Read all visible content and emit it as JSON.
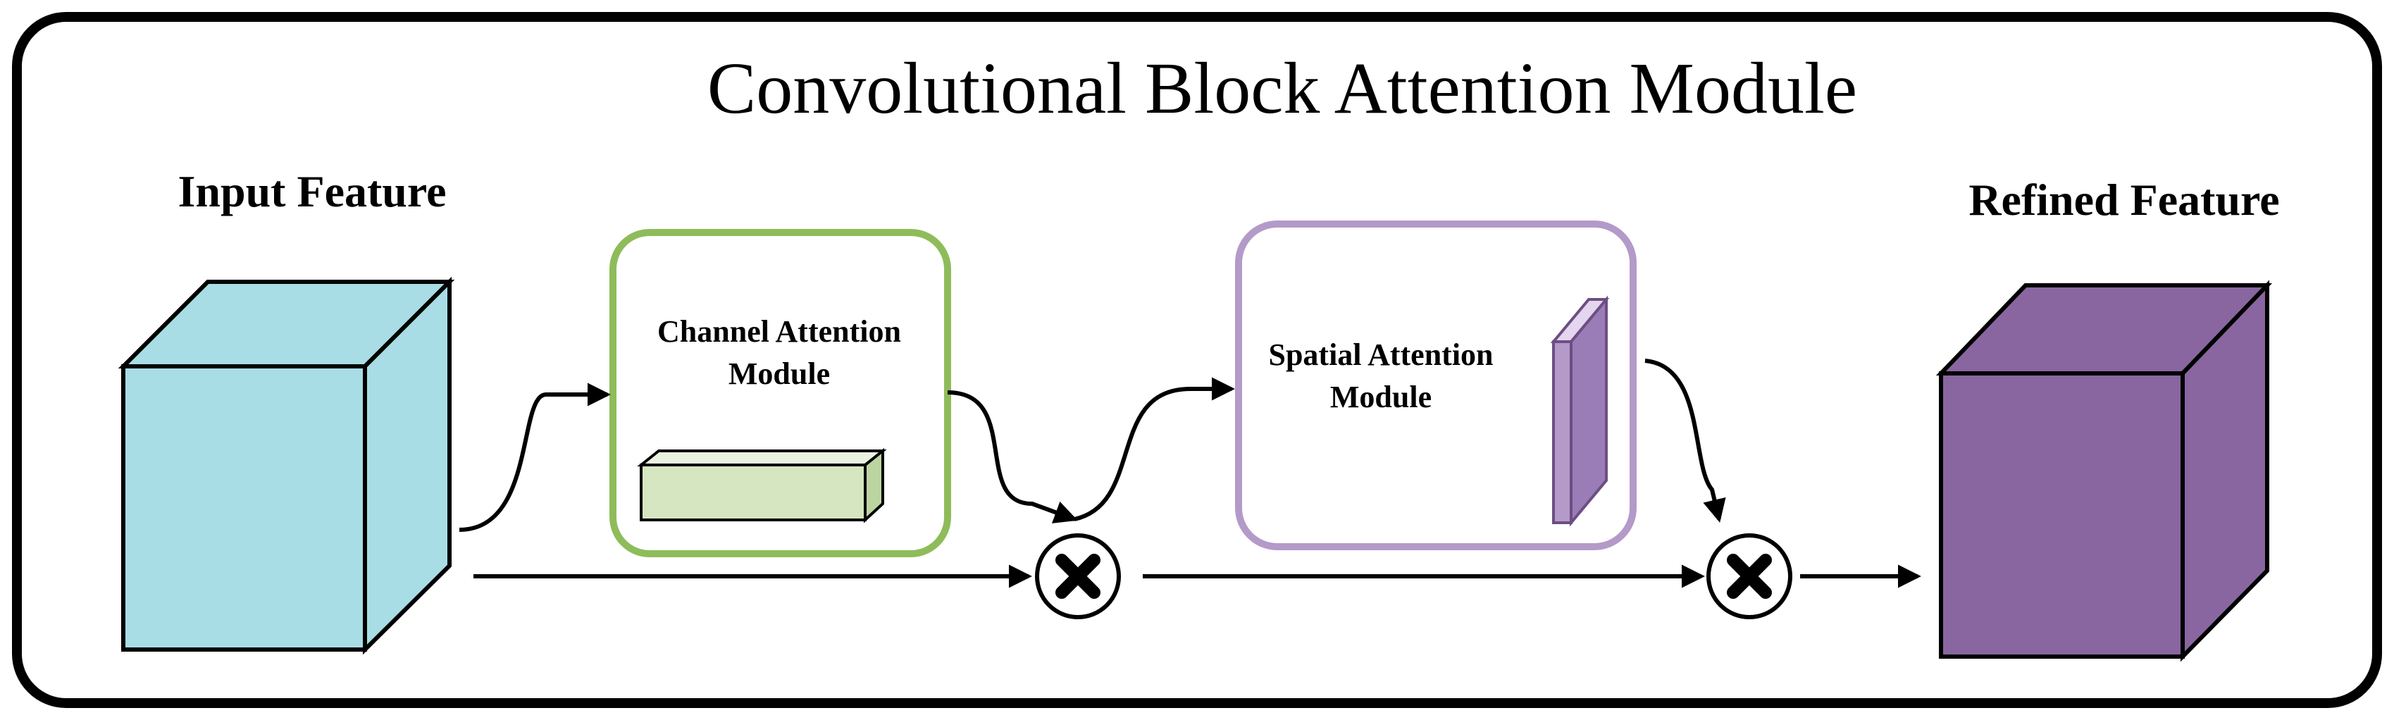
{
  "title": "Convolutional Block Attention Module",
  "input_feature": {
    "label": "Input Feature",
    "front_color": "#a8dde6",
    "side_color": "#a8dde6"
  },
  "channel_module": {
    "label_line1": "Channel Attention",
    "label_line2": "Module",
    "border_color": "#8fbc5a",
    "slab_color": "#d5e6c0"
  },
  "spatial_module": {
    "label_line1": "Spatial Attention",
    "label_line2": "Module",
    "border_color": "#b39ac8",
    "slab_color": "#b39ac8"
  },
  "refined_feature": {
    "label": "Refined Feature",
    "front_color": "#8966a0",
    "side_color": "#8966a0"
  },
  "operator_symbol": "multiply-icon"
}
